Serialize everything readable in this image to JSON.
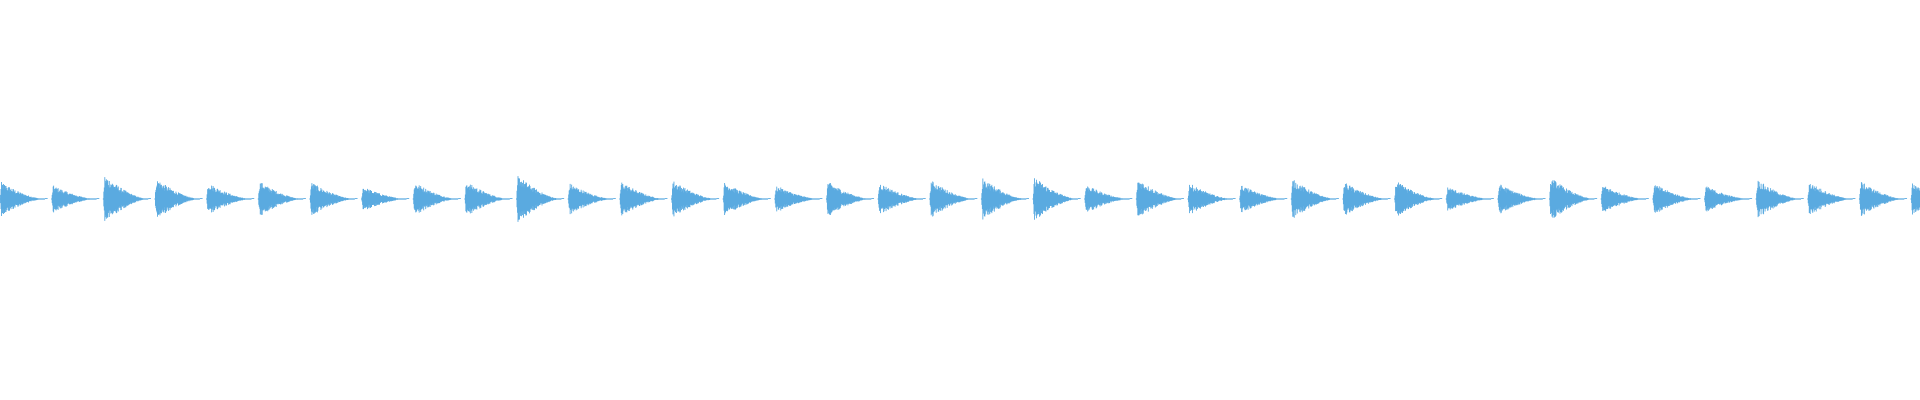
{
  "waveform": {
    "color": "#5aaae0",
    "background": "#ffffff",
    "pulse_count": 38,
    "pulse_peak_amplitudes": [
      0.3,
      0.24,
      0.42,
      0.36,
      0.29,
      0.31,
      0.3,
      0.22,
      0.3,
      0.31,
      0.42,
      0.28,
      0.31,
      0.33,
      0.3,
      0.24,
      0.31,
      0.29,
      0.33,
      0.37,
      0.39,
      0.25,
      0.36,
      0.28,
      0.25,
      0.35,
      0.3,
      0.32,
      0.22,
      0.27,
      0.38,
      0.25,
      0.27,
      0.23,
      0.34,
      0.3,
      0.31,
      0.29
    ],
    "cut_off_at_end": true
  }
}
